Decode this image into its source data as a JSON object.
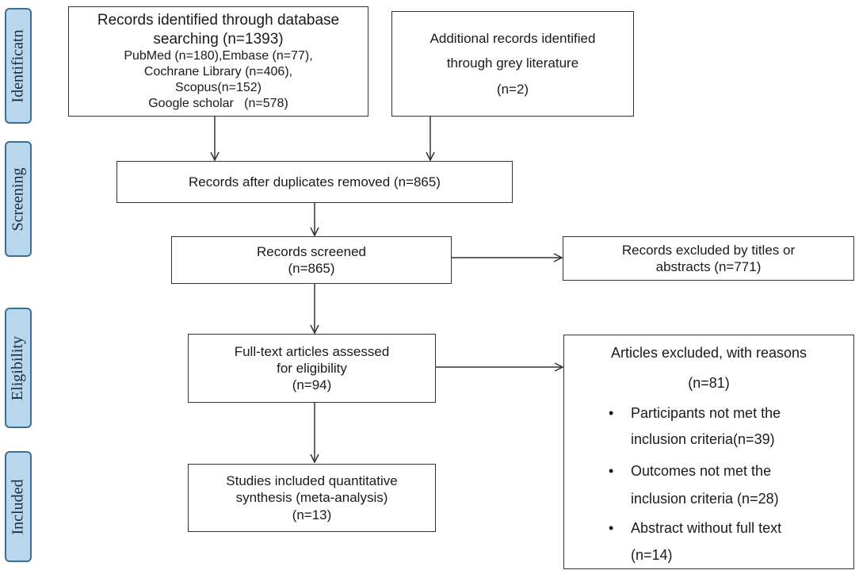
{
  "stages": [
    {
      "id": "identification",
      "label": "Identificatn"
    },
    {
      "id": "screening",
      "label": "Screening"
    },
    {
      "id": "eligibility",
      "label": "Eligibility"
    },
    {
      "id": "included",
      "label": "Included"
    }
  ],
  "boxes": {
    "database": {
      "title": "Records identified through database",
      "title2": "searching (n=1393)",
      "pubmed": "PubMed (n=180),Embase (n=77),",
      "cochrane": "Cochrane Library (n=406),",
      "scopus": "Scopus(n=152)",
      "google": "Google scholar   (n=578)"
    },
    "grey": {
      "line1": "Additional records identified",
      "line2": "through grey literature",
      "line3": "(n=2)"
    },
    "duplicates": {
      "text": "Records after duplicates removed (n=865)"
    },
    "screened": {
      "line1": "Records screened",
      "line2": "(n=865)"
    },
    "excluded_titles": {
      "line1": "Records excluded by titles or",
      "line2": "abstracts (n=771)"
    },
    "fulltext": {
      "line1": "Full-text articles assessed",
      "line2": "for eligibility",
      "line3": "(n=94)"
    },
    "excluded_reasons": {
      "title": "Articles excluded, with reasons",
      "count": "(n=81)",
      "bullet": "•",
      "r1a": "Participants not met the",
      "r1b": "inclusion criteria(n=39)",
      "r2a": "Outcomes not met the",
      "r2b": "inclusion criteria (n=28)",
      "r3a": "Abstract without full text",
      "r3b": "(n=14)"
    },
    "included": {
      "line1": "Studies included quantitative",
      "line2": "synthesis (meta-analysis)",
      "line3": "(n=13)"
    }
  }
}
